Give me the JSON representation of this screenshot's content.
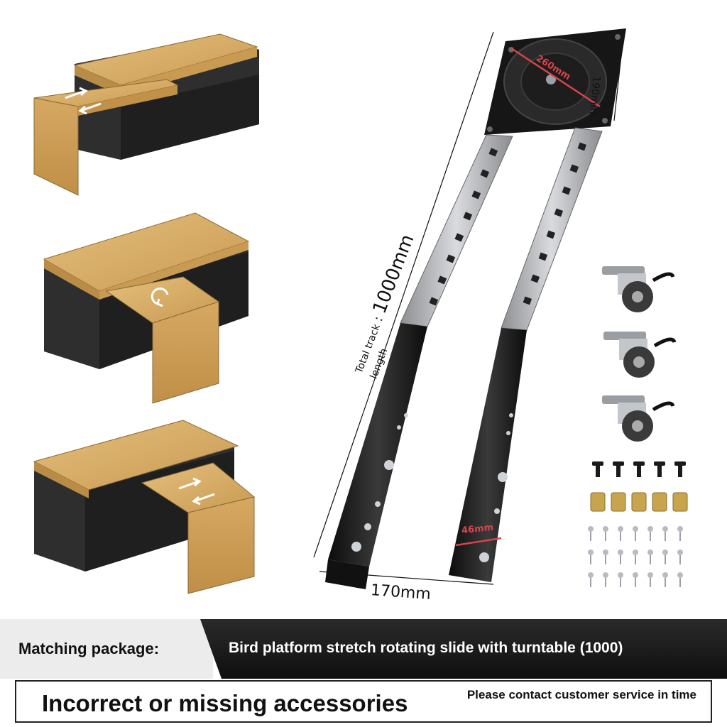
{
  "dimensions": {
    "turntable_diagonal": "260mm",
    "turntable_side": "190mm",
    "track_length_label_line1": "Total track",
    "track_length_label_line2": "length",
    "track_length_sep": ":",
    "track_length_value": "1000mm",
    "rail_width": "46mm",
    "overall_width": "170mm"
  },
  "colors": {
    "wood": "#d9b06a",
    "wood_dark": "#b98d48",
    "cabinet": "#2c2c2c",
    "dimension_red": "#d8434a",
    "banner_dark": "#141414"
  },
  "banner": {
    "label": "Matching package:",
    "product": "Bird platform stretch rotating slide with turntable (1000)"
  },
  "notice": {
    "main": "Incorrect or missing accessories",
    "side": "Please contact customer service in time"
  }
}
